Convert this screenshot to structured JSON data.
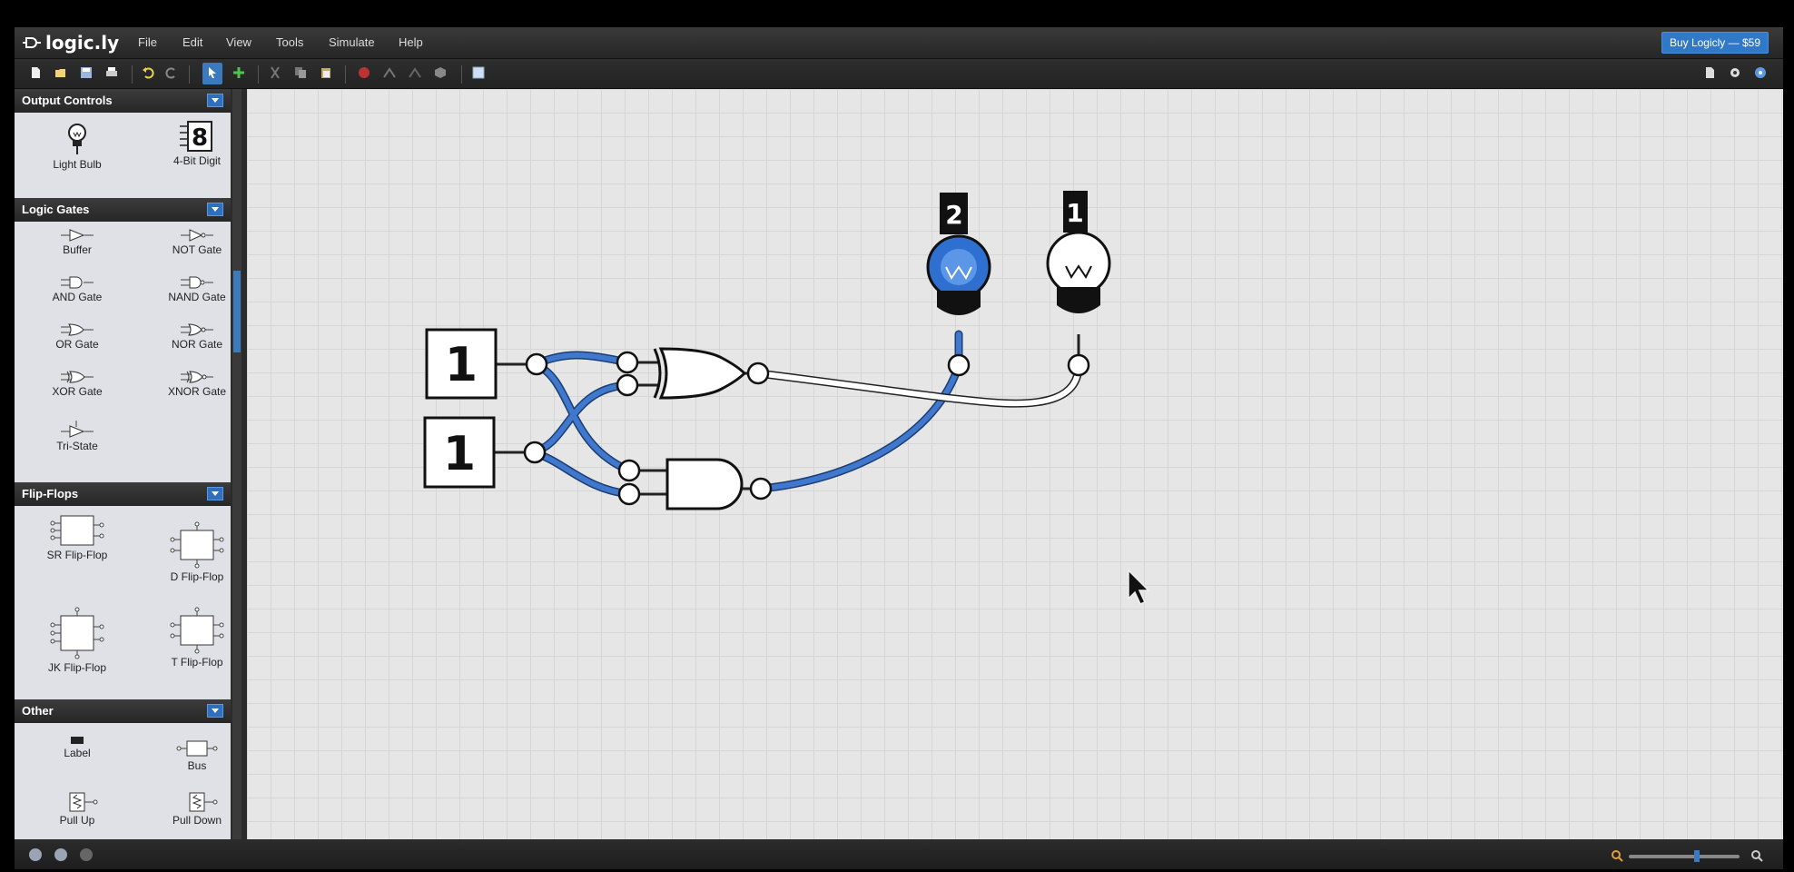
{
  "app": {
    "logo_text": "logic.ly",
    "buy_button": "Buy Logicly — $59"
  },
  "menu": [
    "File",
    "Edit",
    "View",
    "Tools",
    "Simulate",
    "Help"
  ],
  "toolbar": {
    "icons": [
      "new-file-icon",
      "open-folder-icon",
      "save-icon",
      "print-icon",
      "undo-icon",
      "redo-icon",
      "select-pointer-icon",
      "add-icon",
      "cut-icon",
      "copy-icon",
      "paste-icon",
      "stop-icon",
      "step-icon",
      "step-back-icon",
      "simulate-icon",
      "grid-icon"
    ],
    "right_icons": [
      "document-icon",
      "settings-gear-icon",
      "help-icon"
    ]
  },
  "palette": {
    "sections": [
      {
        "title": "Output Controls",
        "items": [
          "Light Bulb",
          "4-Bit Digit"
        ]
      },
      {
        "title": "Logic Gates",
        "items": [
          "Buffer",
          "NOT Gate",
          "AND Gate",
          "NAND Gate",
          "OR Gate",
          "NOR Gate",
          "XOR Gate",
          "XNOR Gate",
          "Tri-State"
        ]
      },
      {
        "title": "Flip-Flops",
        "items": [
          "SR Flip-Flop",
          "D Flip-Flop",
          "JK Flip-Flop",
          "T Flip-Flop"
        ]
      },
      {
        "title": "Other",
        "items": [
          "Label",
          "Bus",
          "Pull Up",
          "Pull Down"
        ]
      }
    ],
    "digit_glyph": "8"
  },
  "circuit": {
    "switch_a": "1",
    "switch_b": "1",
    "label_left": "2",
    "label_right": "1",
    "colors": {
      "active_wire": "#3f78cc",
      "inactive_wire": "#ffffff",
      "bulb_on": "#2e6fd0"
    }
  }
}
